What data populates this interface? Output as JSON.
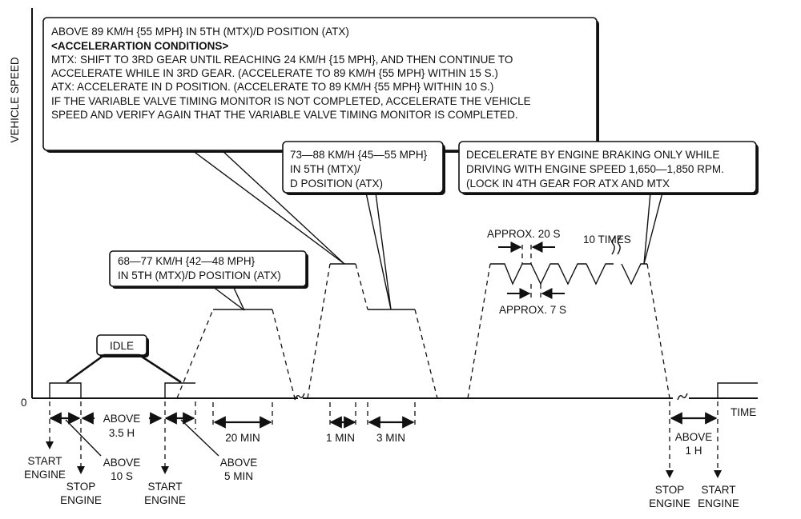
{
  "axis": {
    "y_label": "VEHICLE SPEED",
    "x_label": "TIME",
    "zero": "0"
  },
  "callouts": {
    "main": [
      "ABOVE 89 KM/H {55 MPH} IN 5TH (MTX)/D POSITION (ATX)",
      "<ACCELERARTION CONDITIONS>",
      "MTX: SHIFT TO 3RD GEAR UNTIL REACHING 24 KM/H {15 MPH}, AND THEN CONTINUE TO",
      "ACCELERATE WHILE IN 3RD GEAR. (ACCELERATE TO 89 KM/H {55 MPH} WITHIN 15 S.)",
      "ATX: ACCELERATE IN D POSITION. (ACCELERATE TO 89 KM/H {55 MPH} WITHIN 10 S.)",
      "IF THE VARIABLE VALVE TIMING MONITOR IS NOT COMPLETED, ACCELERATE THE VEHICLE",
      "SPEED AND VERIFY AGAIN THAT THE VARIABLE VALVE TIMING MONITOR IS COMPLETED."
    ],
    "mid": [
      "73—88 KM/H {45—55 MPH}",
      "IN 5TH (MTX)/",
      "D POSITION (ATX)"
    ],
    "decel": [
      "DECELERATE BY ENGINE BRAKING ONLY WHILE",
      "DRIVING WITH ENGINE SPEED 1,650—1,850 RPM.",
      "(LOCK IN 4TH GEAR FOR ATX AND MTX"
    ],
    "low": [
      "68—77 KM/H {42—48 MPH}",
      "IN 5TH (MTX)/D POSITION (ATX)"
    ],
    "idle": "IDLE"
  },
  "annotations": {
    "approx20": "APPROX. 20 S",
    "approx7": "APPROX. 7 S",
    "ten_times": "10 TIMES"
  },
  "durations": {
    "above_35h": [
      "ABOVE",
      "3.5 H"
    ],
    "above_10s": [
      "ABOVE",
      "10 S"
    ],
    "above_5min": [
      "ABOVE",
      "5 MIN"
    ],
    "min20": "20 MIN",
    "min1": "1 MIN",
    "min3": "3 MIN",
    "above_1h": [
      "ABOVE",
      "1 H"
    ]
  },
  "events": {
    "start_engine": [
      "START",
      "ENGINE"
    ],
    "stop_engine": [
      "STOP",
      "ENGINE"
    ]
  }
}
